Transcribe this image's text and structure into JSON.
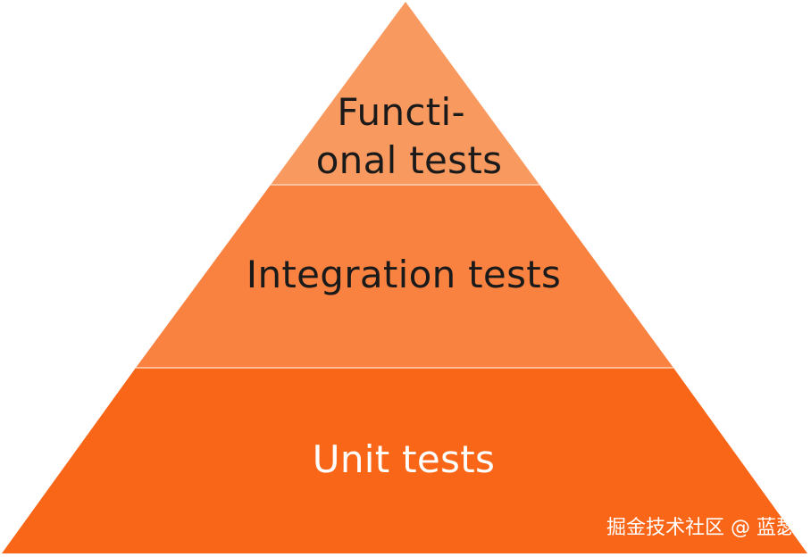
{
  "pyramid": {
    "tiers": [
      {
        "label_lines": [
          "Functi-",
          "onal tests"
        ],
        "fill": "#F8995F",
        "text_color": "#1a1a1a"
      },
      {
        "label_lines": [
          "Integration tests"
        ],
        "fill": "#F98241",
        "text_color": "#1a1a1a"
      },
      {
        "label_lines": [
          "Unit tests"
        ],
        "fill": "#F96618",
        "text_color": "#ffffff"
      }
    ],
    "divider_color": "#FBD3B8"
  },
  "watermark": {
    "text": "掘金技术社区 @ 蓝瑟",
    "color": "#ffffff"
  }
}
